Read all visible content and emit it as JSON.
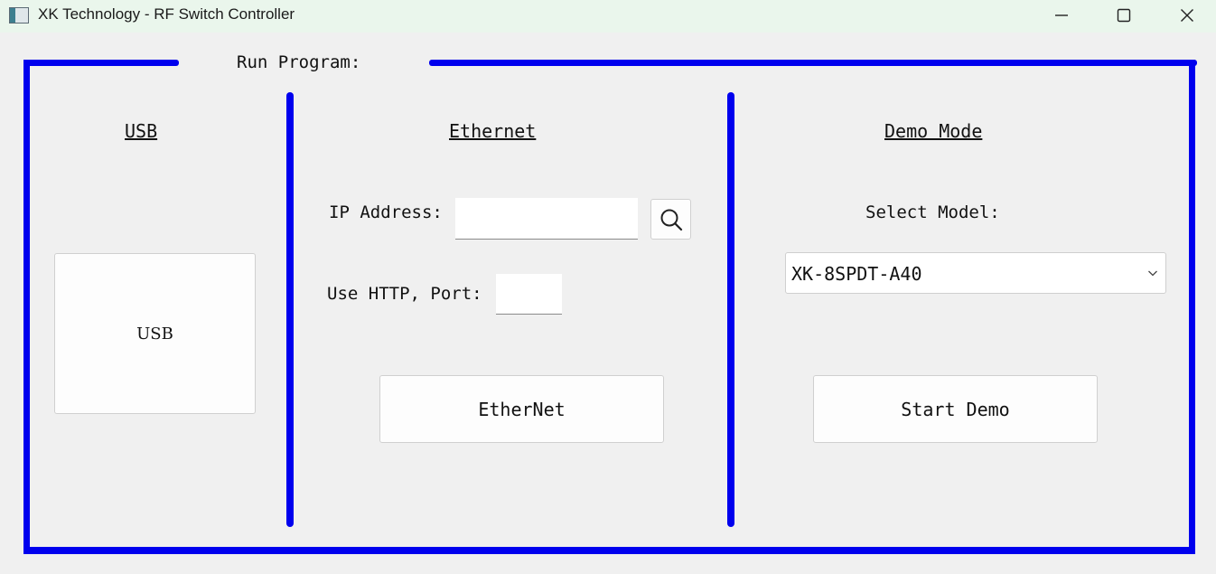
{
  "window": {
    "title": "XK Technology - RF Switch Controller"
  },
  "group": {
    "title": "Run Program:"
  },
  "usb": {
    "heading": "USB",
    "button_label": "USB"
  },
  "ethernet": {
    "heading": "Ethernet",
    "ip_label": "IP Address:",
    "ip_value": "",
    "port_label": "Use HTTP, Port:",
    "port_value": "",
    "button_label": "EtherNet"
  },
  "demo": {
    "heading": "Demo Mode",
    "model_label": "Select Model:",
    "model_selected": "XK-8SPDT-A40",
    "button_label": "Start Demo"
  },
  "colors": {
    "frame": "#0000ee",
    "titlebar": "#eaf6ec",
    "background": "#f0f0f0"
  },
  "icons": {
    "app": "app-icon",
    "search": "search-icon",
    "minimize": "minimize-icon",
    "maximize": "maximize-icon",
    "close": "close-icon",
    "dropdown": "chevron-down-icon"
  }
}
